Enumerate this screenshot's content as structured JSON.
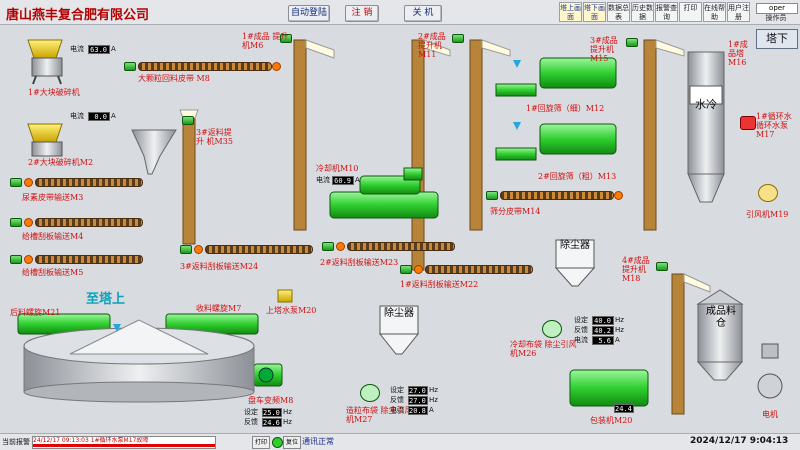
{
  "header": {
    "company": "唐山燕丰复合肥有限公司",
    "buttons": {
      "auto_login": "自动登陆",
      "logout": "注 销",
      "close": "关 机"
    },
    "nav": [
      {
        "label": "塔上画面",
        "active": true
      },
      {
        "label": "塔下画面",
        "active": true
      },
      {
        "label": "数据总表",
        "active": false
      },
      {
        "label": "历史数据",
        "active": false
      },
      {
        "label": "报警查询",
        "active": false
      },
      {
        "label": "打印",
        "active": false
      },
      {
        "label": "在线帮助",
        "active": false
      },
      {
        "label": "用户注册",
        "active": false
      }
    ],
    "user": "oper",
    "role": "操作员",
    "tower_button": "塔下"
  },
  "left": {
    "crusher1": "1#大块破碎机",
    "crusher1_current_label": "电流",
    "crusher1_current": "63.0",
    "crusher2": "2#大块破碎机M2",
    "crusher2_current_label": "电流",
    "crusher2_current": "0.0",
    "unit_a": "A",
    "belt_m8": "大颗粒回料皮带 M8",
    "urea_belt": "尿素皮带输送M3",
    "scraper_m4": "给槽刮板输送M4",
    "scraper_m5": "给槽刮板输送M5",
    "elev_m35": "3#返料提升 机M35",
    "elev_m6": "1#成品 提升机M6"
  },
  "middle": {
    "chiller": "冷却机M10",
    "chiller_current_label": "电流",
    "chiller_current": "60.9",
    "unit_a": "A",
    "scraper_m24": "3#返料刮板输送M24",
    "scraper_m23": "2#返料刮板输送M23",
    "scraper_m22": "1#返料刮板输送M22",
    "elev_m11": "2#成品 提升机M11",
    "elev_m18": "4#成品 提升机M18",
    "screen1": "1#回旋筛（细）M12",
    "screen2": "2#回旋筛（粗）M13",
    "belt_m14": "筛分皮带M14",
    "elev_m15": "3#成品 提升机M15"
  },
  "right": {
    "cold_label": "水冷",
    "pump_m17": "1#循环水 循环水泵M17",
    "fan_m19": "引风机M19",
    "tower_m16": "1#成 品塔M16",
    "silo_label": "成品料仓",
    "motor_label": "电机",
    "dust_label": "除尘器",
    "fan_m26": "冷却布袋 除尘引风机M26",
    "set_label": "设定",
    "fb_label": "反馈",
    "cur_label": "电流",
    "m26_set": "40.0",
    "m26_fb": "40.2",
    "m26_cur": "5.6",
    "unit_hz": "Hz",
    "unit_a": "A",
    "bagger": "包装机M20",
    "bagger_cur": "24.4"
  },
  "bottom_area": {
    "top_tower": "至塔上",
    "screw_m21": "后料螺旋M21",
    "screw_m7": "收料螺旋M7",
    "pump_m20": "上塔水泵M20",
    "freq_m8": "盘车变频M8",
    "freq_set": "25.0",
    "freq_fb": "24.6",
    "set_label": "设定",
    "fb_label": "反馈",
    "unit_hz": "Hz",
    "dust_label": "除尘器",
    "fan_m27": "造粒布袋 除尘引风机M27",
    "m27_set": "27.0",
    "m27_fb": "27.0",
    "m27_cur": "20.8",
    "cur_label": "电流",
    "unit_a": "A"
  },
  "status": {
    "alarm_label": "当前报警",
    "alarm_text": "24/12/17  09:13:03  1#循环水泵M17故障",
    "print_btn": "打印",
    "confirm_btn": "复位",
    "comm": "通讯正常",
    "datetime": "2024/12/17 9:04:13"
  },
  "colors": {
    "red_label": "#d21010",
    "green_machine": "#2fcf2f",
    "orange": "#ff7a00",
    "cyan": "#0aa3b8"
  }
}
